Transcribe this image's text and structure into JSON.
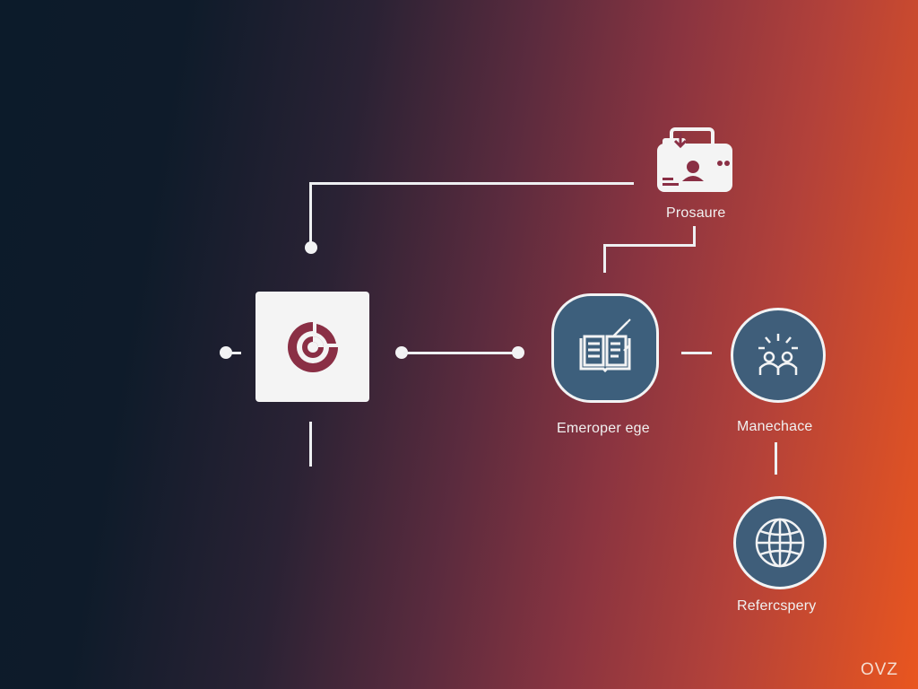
{
  "nodes": {
    "hub": {
      "icon": "target-c-icon"
    },
    "procedure": {
      "label": "Prosaure",
      "icon": "folder-user-icon"
    },
    "emergency": {
      "label": "Emeroper ege",
      "icon": "book-pen-icon"
    },
    "management": {
      "label": "Manechace",
      "icon": "people-alert-icon"
    },
    "reference": {
      "label": "Refercspery",
      "icon": "globe-icon"
    }
  },
  "watermark": "OVZ",
  "colors": {
    "hub_accent": "#8a2f45",
    "node_fill": "#3f5e7a",
    "line": "#eef0f2"
  }
}
